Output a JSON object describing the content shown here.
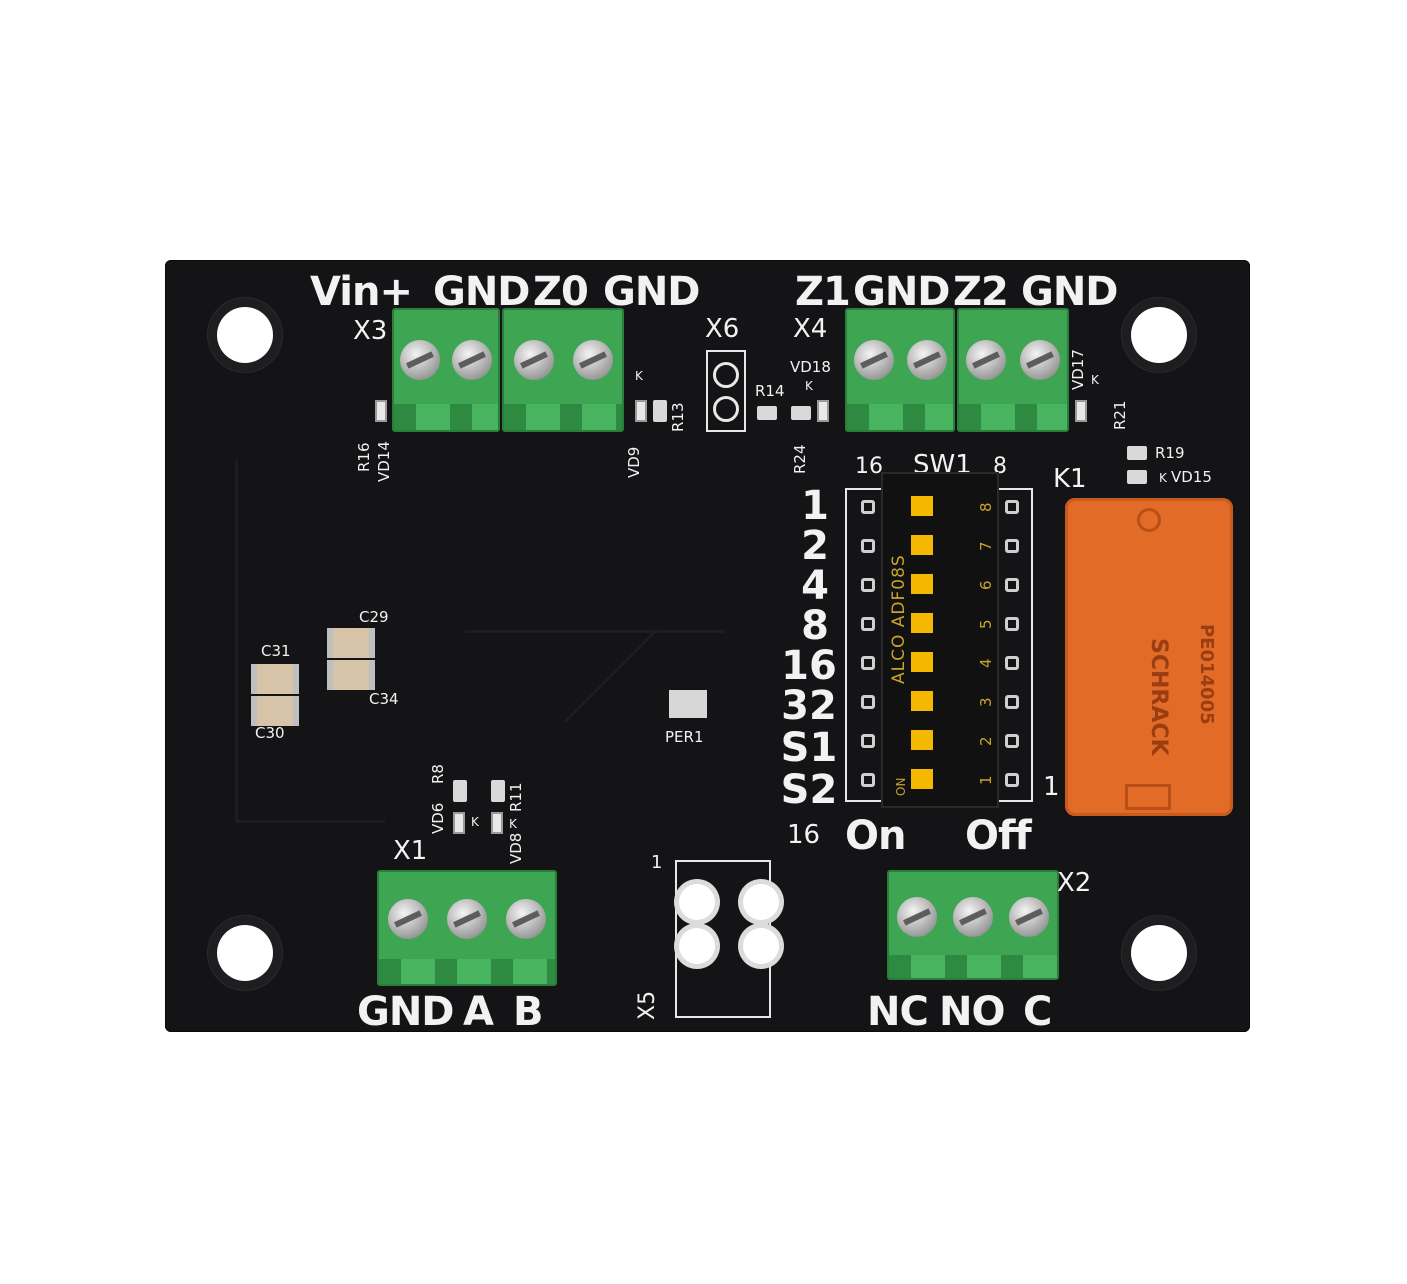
{
  "top_left_block": {
    "header": [
      "Vin+",
      "GND",
      "Z0",
      "GND"
    ],
    "designator": "X3",
    "led_label": "VD14",
    "resistor_label": "R16",
    "led_right_label": "VD9",
    "resistor_right_label": "R13",
    "k_mark": "K"
  },
  "top_right_block": {
    "header": [
      "Z1",
      "GND",
      "Z2",
      "GND"
    ],
    "designator": "X4",
    "led_label": "VD18",
    "resistor_label": "R24",
    "k_mark": "K",
    "led_right_label": "VD17",
    "resistor_right_label": "R21"
  },
  "x6": {
    "designator": "X6",
    "resistor": "R14"
  },
  "dip_switch": {
    "designator": "SW1",
    "body_text": "ALCO ADF08S",
    "on_mark": "ON",
    "position_numbers": [
      "8",
      "7",
      "6",
      "5",
      "4",
      "3",
      "2",
      "1"
    ],
    "left_labels": [
      "1",
      "2",
      "4",
      "8",
      "16",
      "32",
      "S1",
      "S2"
    ],
    "bottom_left": "16",
    "on_label": "On",
    "off_label": "Off",
    "corner_1": "1",
    "corner_16": "16",
    "corner_8": "8"
  },
  "relay": {
    "designator": "K1",
    "resistor": "R19",
    "led": "VD15",
    "k_mark": "K",
    "brand": "SCHRACK",
    "model": "PE014005",
    "pin_mark": "1"
  },
  "capacitors": [
    "C29",
    "C31",
    "C34",
    "C30"
  ],
  "center_part": "PER1",
  "bottom_left_block": {
    "designator": "X1",
    "footer": [
      "GND",
      "A",
      "B"
    ],
    "led1": "VD6",
    "res1": "R8",
    "led2": "VD8",
    "res2": "R11",
    "k_mark": "K"
  },
  "x5": {
    "designator": "X5",
    "pin_mark": "1"
  },
  "bottom_right_block": {
    "designator": "X2",
    "footer": [
      "NC",
      "NO",
      "C"
    ]
  },
  "colors": {
    "pcb": "#141416",
    "silkscreen": "#f2f2f2",
    "terminal_green": "#3ea653",
    "relay_orange": "#e36b28",
    "dip_yellow": "#f5b800"
  }
}
